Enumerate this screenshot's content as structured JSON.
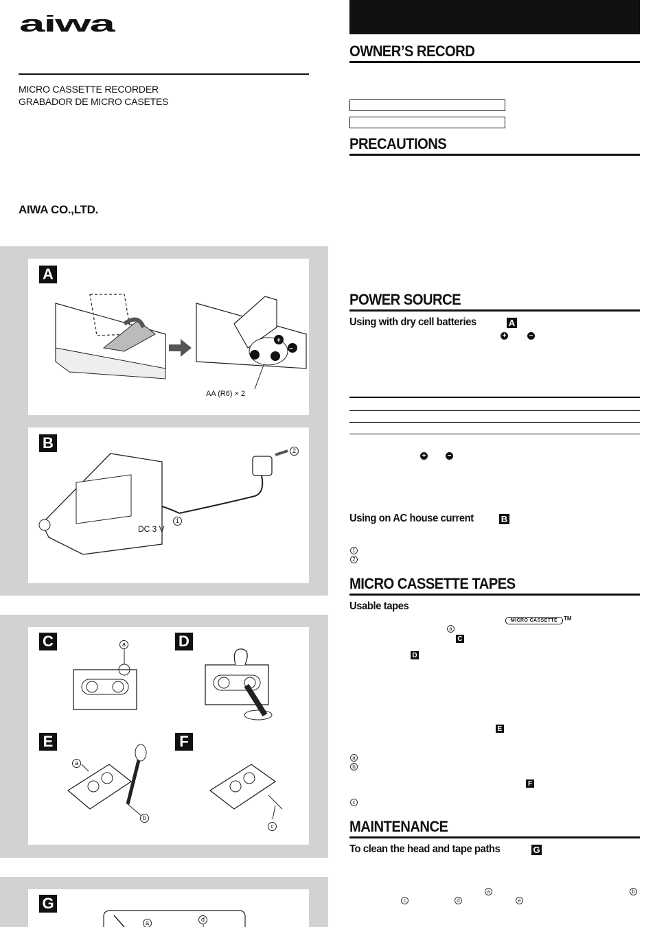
{
  "brand": {
    "logo_text": "aiwa",
    "company": "AIWA CO.,LTD."
  },
  "model": {
    "line1": "MICRO CASSETTE RECORDER",
    "line2": "GRABADOR DE MICRO CASETES"
  },
  "sections": {
    "owners_record": "OWNER’S RECORD",
    "precautions": "PRECAUTIONS",
    "power_source": "POWER SOURCE",
    "micro_cassette_tapes": "MICRO CASSETTE TAPES",
    "maintenance": "MAINTENANCE"
  },
  "subsections": {
    "dry_cell": "Using with dry cell batteries",
    "ac_current": "Using on AC house current",
    "usable_tapes": "Usable tapes",
    "clean_head": "To clean the head and tape paths"
  },
  "figure_labels": {
    "A": "A",
    "B": "B",
    "C": "C",
    "D": "D",
    "E": "E",
    "F": "F",
    "G": "G"
  },
  "figure_text": {
    "battery_spec": "AA (R6) × 2",
    "dc_spec": "DC 3 V",
    "callout_1": "1",
    "callout_2": "2",
    "callout_a": "a",
    "callout_b": "b",
    "callout_c": "c",
    "callout_d": "d"
  },
  "inline_marks": {
    "plus": "+",
    "minus": "−",
    "a": "a",
    "b": "b",
    "c": "c",
    "d": "d",
    "e": "e",
    "one": "1",
    "two": "2",
    "micro_cassette_logo": "MICRO CASSETTE",
    "tm": "TM"
  },
  "colors": {
    "panel_gray": "#d2d2d2",
    "ink": "#111111"
  }
}
